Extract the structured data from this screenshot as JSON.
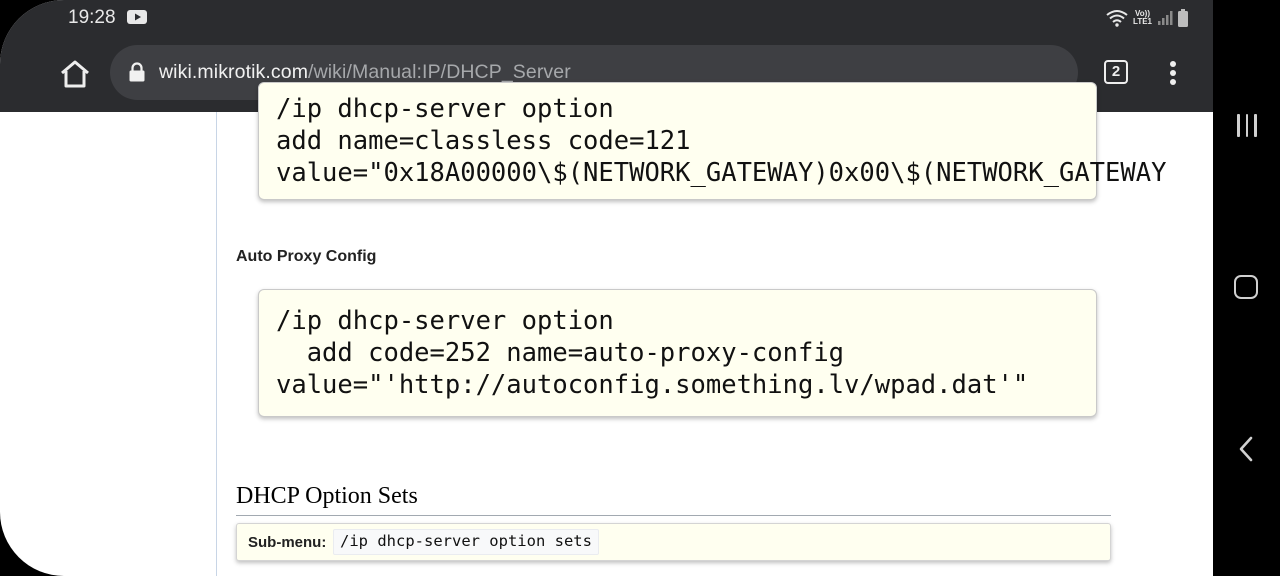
{
  "status_bar": {
    "time": "19:28",
    "lte_top": "Vo))",
    "lte_bottom": "LTE1",
    "icons": [
      "youtube-icon",
      "wifi-icon",
      "volte-lte-icon",
      "signal-icon",
      "battery-icon"
    ]
  },
  "browser": {
    "url_domain": "wiki.mikrotik.com",
    "url_path": "/wiki/Manual:IP/DHCP_Server",
    "tab_count": "2",
    "icons": [
      "home-icon",
      "lock-icon",
      "tabs-icon",
      "more-vert-icon"
    ]
  },
  "page": {
    "code_block_1": {
      "lines": [
        "/ip dhcp-server option",
        "add name=classless code=121",
        "value=\"0x18A00000\\$(NETWORK_GATEWAY)0x00\\$(NETWORK_GATEWAY"
      ]
    },
    "auto_proxy_heading": "Auto Proxy Config",
    "code_block_2": {
      "lines": [
        "/ip dhcp-server option",
        "  add code=252 name=auto-proxy-config",
        "value=\"'http://autoconfig.something.lv/wpad.dat'\""
      ]
    },
    "option_sets_heading": "DHCP Option Sets",
    "submenu": {
      "label": "Sub-menu:",
      "code": "/ip dhcp-server option sets"
    }
  },
  "nav_bar": {
    "icons": [
      "recent-apps-icon",
      "home-button-icon",
      "back-icon"
    ]
  },
  "colors": {
    "browser_chrome": "#2b2c2f",
    "omnibox": "#3e3f43",
    "code_background": "#fffff0"
  }
}
